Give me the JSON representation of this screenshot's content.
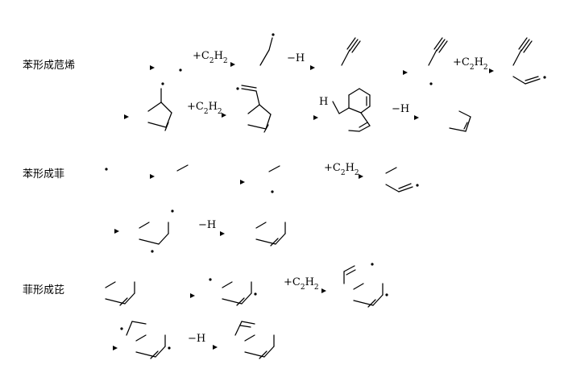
{
  "sections": [
    {
      "title": "苯形成苊烯"
    },
    {
      "title": "苯形成菲"
    },
    {
      "title": "菲形成芘"
    }
  ],
  "reagents": {
    "c2h2": "+C2H2",
    "h_loss": "−H",
    "h_atom": "H"
  },
  "colors": {
    "ink": "#000000",
    "background": "#ffffff"
  }
}
